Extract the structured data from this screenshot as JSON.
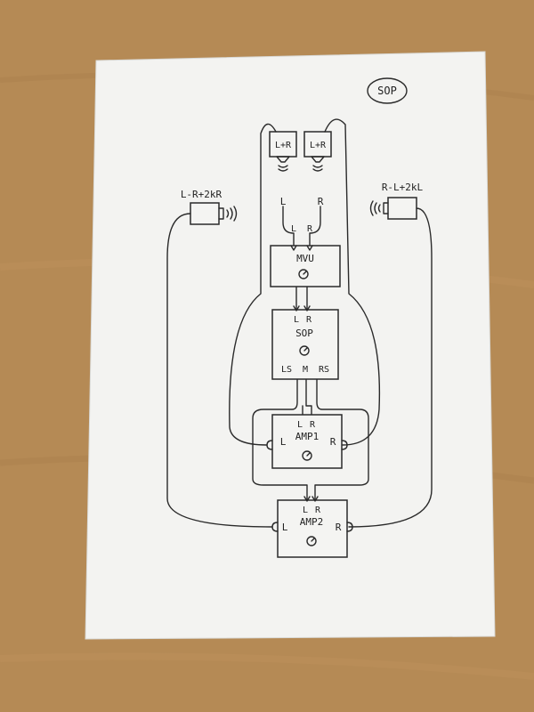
{
  "title_badge": "SOP",
  "speakers": {
    "top_left": "L+R",
    "top_right": "L+R",
    "left": "L-R+2kR",
    "right": "R-L+2kL"
  },
  "inputs": {
    "left": "L",
    "right": "R"
  },
  "mvu": {
    "label": "MVU",
    "in_left": "L",
    "in_right": "R"
  },
  "sop": {
    "label": "SOP",
    "in_left": "L",
    "in_right": "R",
    "out_ls": "LS",
    "out_m": "M",
    "out_rs": "RS"
  },
  "amp1": {
    "label": "AMP1",
    "in_left": "L",
    "in_right": "R",
    "out_left": "L",
    "out_right": "R"
  },
  "amp2": {
    "label": "AMP2",
    "in_left": "L",
    "in_right": "R",
    "out_left": "L",
    "out_right": "R"
  },
  "colors": {
    "paper": "#f4f4f2",
    "table": "#b58a55",
    "ink": "#2a2a2a"
  }
}
